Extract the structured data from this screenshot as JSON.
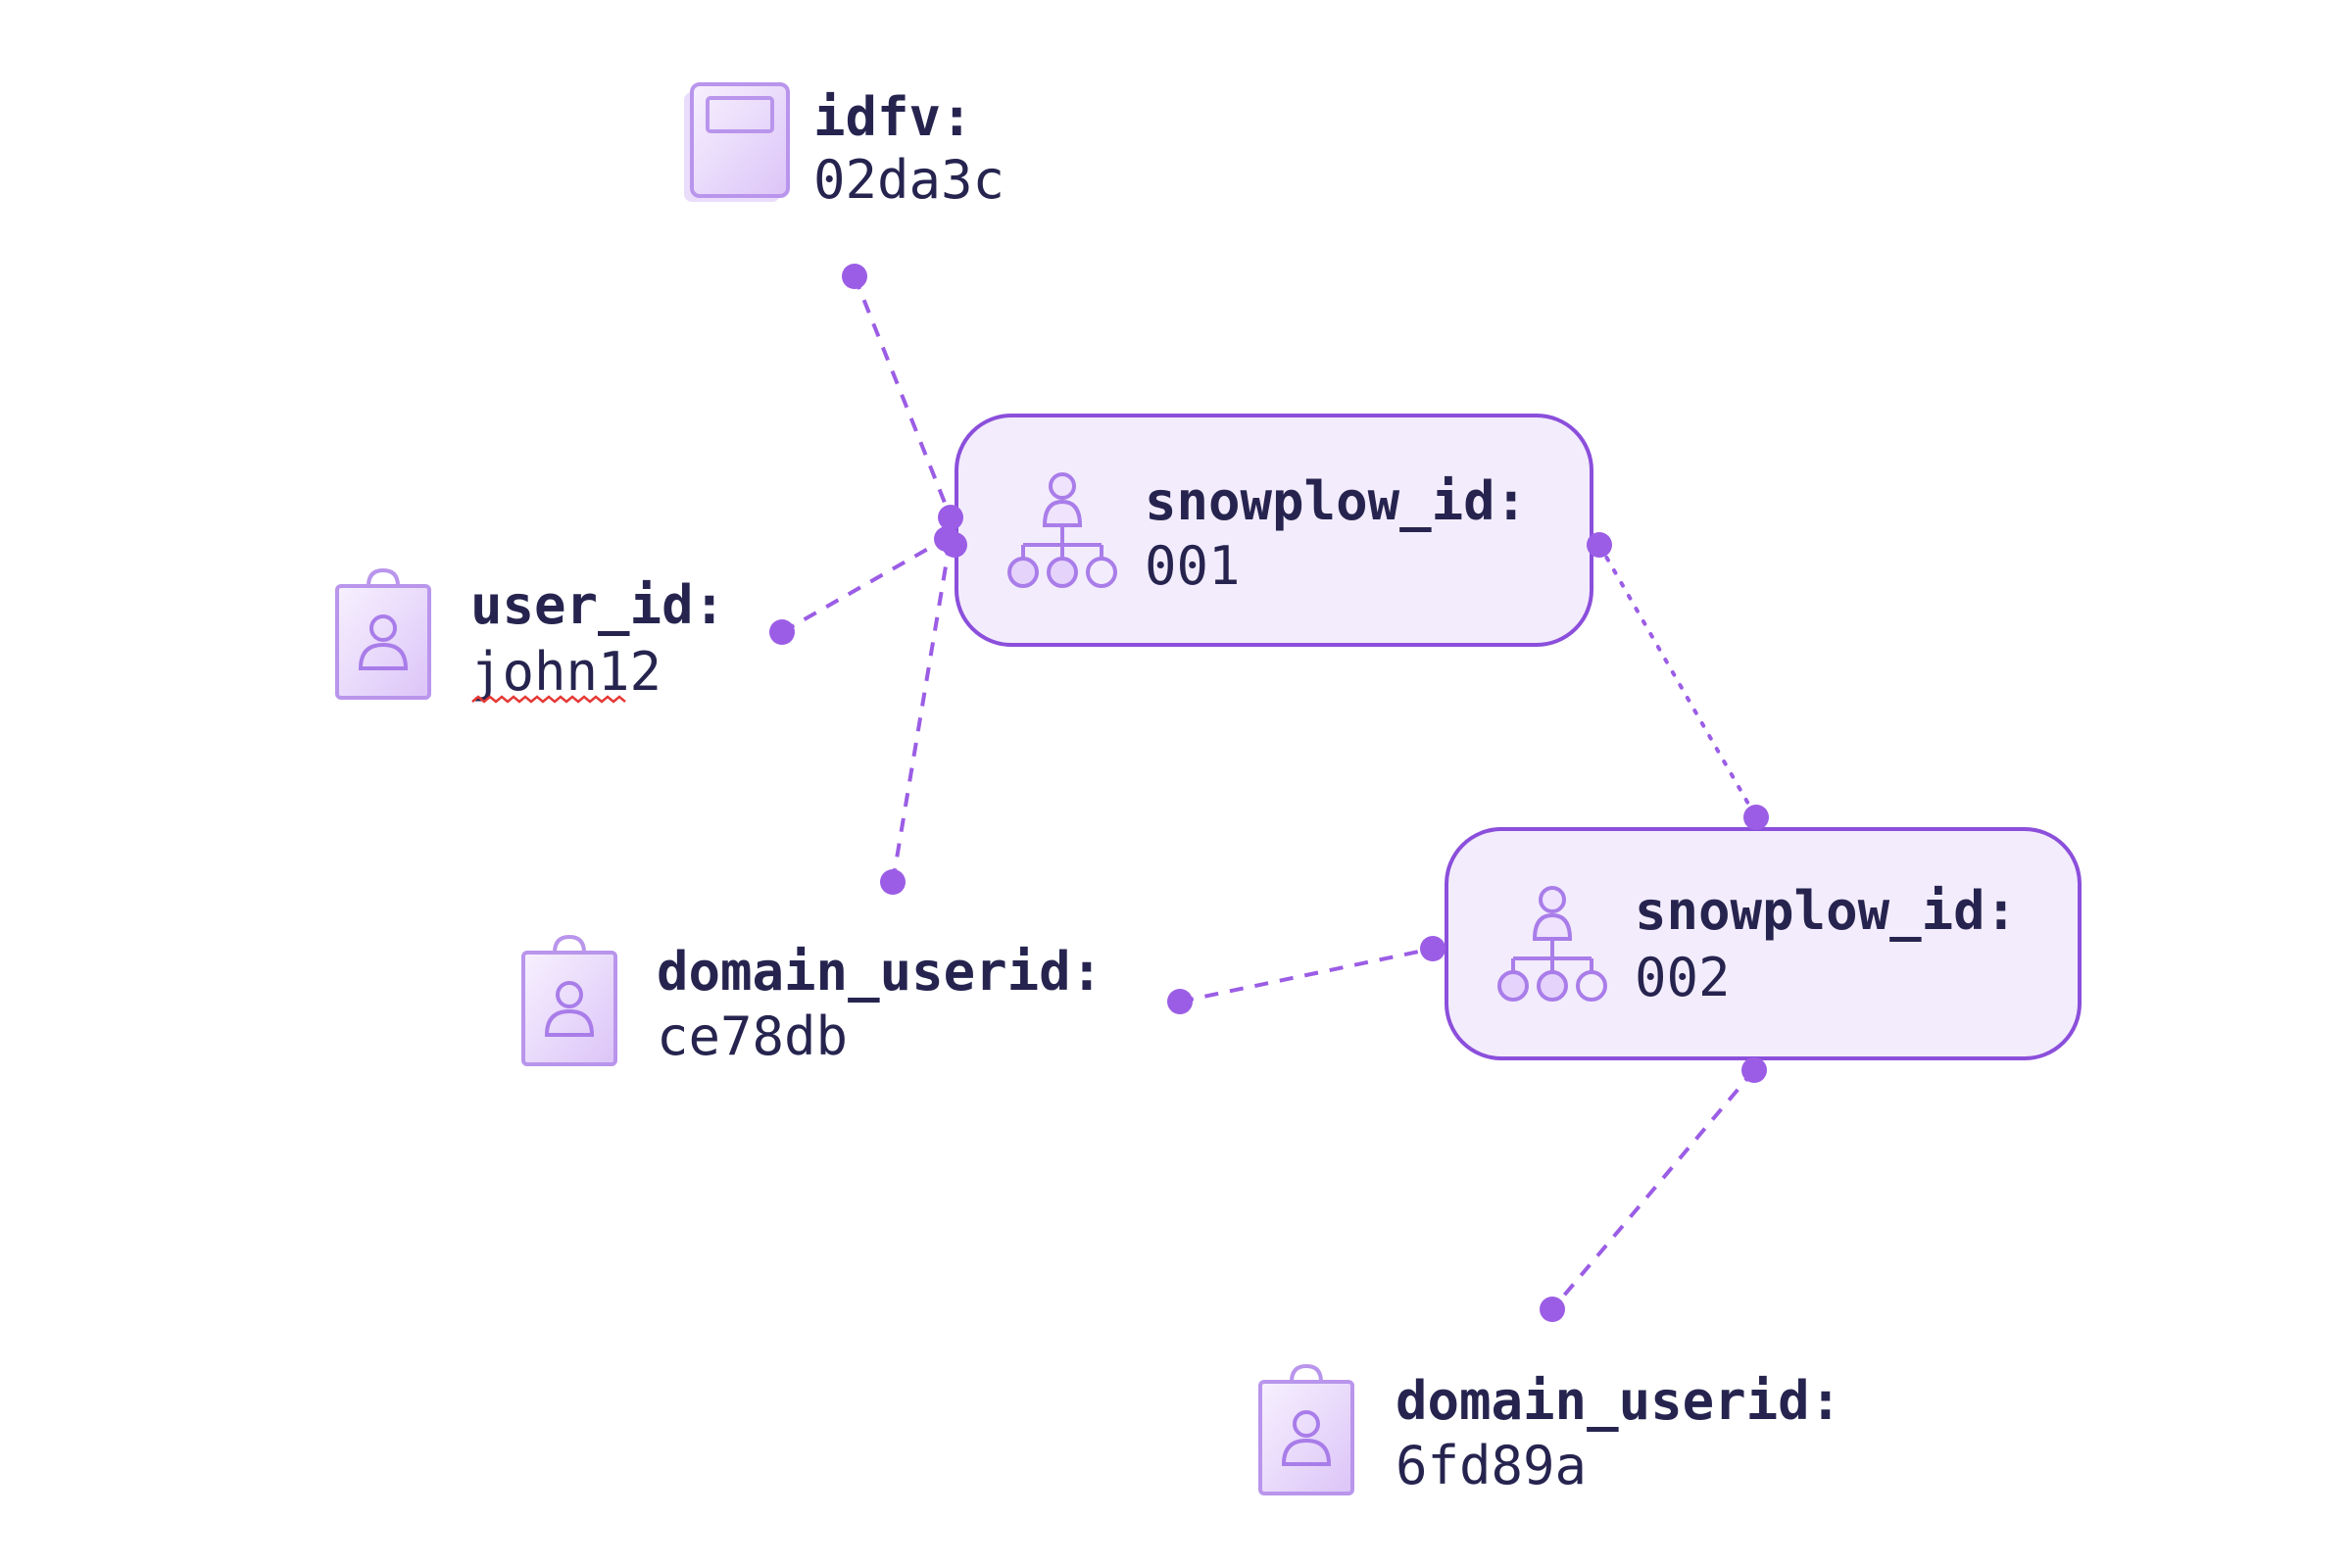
{
  "colors": {
    "accent": "#9b5de5",
    "accent_dark": "#7a3fd0",
    "node_fill": "#f3ecfc",
    "icon_fill": "#ebdcfb",
    "text": "#26244f",
    "spellcheck": "#e53935"
  },
  "nodes": {
    "idfv": {
      "key": "idfv:",
      "value": "02da3c",
      "icon": "device-icon"
    },
    "user_id": {
      "key": "user_id:",
      "value": "john12",
      "icon": "user-bag-icon"
    },
    "snowplow_1": {
      "key": "snowplow_id:",
      "value": "001",
      "icon": "hierarchy-icon"
    },
    "domain_1": {
      "key": "domain_userid:",
      "value": "ce78db",
      "icon": "user-bag-icon"
    },
    "snowplow_2": {
      "key": "snowplow_id:",
      "value": "002",
      "icon": "hierarchy-icon"
    },
    "domain_2": {
      "key": "domain_userid:",
      "value": "6fd89a",
      "icon": "user-bag-icon"
    }
  },
  "edges": [
    {
      "from": "idfv",
      "to": "snowplow_1",
      "style": "dashed"
    },
    {
      "from": "user_id",
      "to": "snowplow_1",
      "style": "dashed"
    },
    {
      "from": "domain_1",
      "to": "snowplow_1",
      "style": "dashed"
    },
    {
      "from": "snowplow_1",
      "to": "snowplow_2",
      "style": "dotted"
    },
    {
      "from": "domain_1",
      "to": "snowplow_2",
      "style": "dashed"
    },
    {
      "from": "snowplow_2",
      "to": "domain_2",
      "style": "dashed"
    }
  ]
}
